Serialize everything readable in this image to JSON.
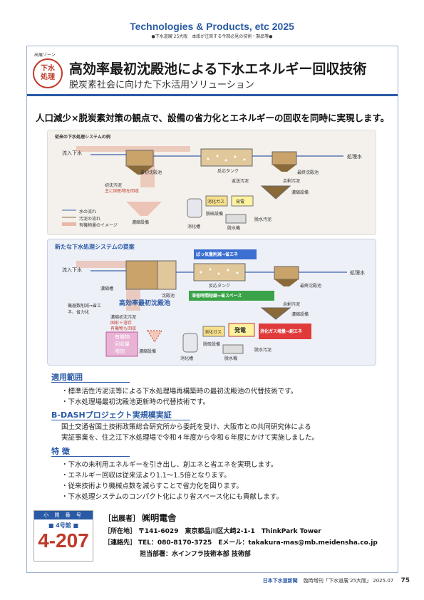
{
  "header": {
    "title": "Technologies & Products, etc 2025",
    "subtitle": "●下水道展’25大阪　本紙が注目する今回必見の技術・製品等●"
  },
  "zone": {
    "label": "出展ゾーン",
    "badge_line1": "下水",
    "badge_line2": "処理"
  },
  "title": "高効率最初沈殿池による下水エネルギー回収技術",
  "subtitle": "脱炭素社会に向けた下水活用ソリューション",
  "lead": "人口減少×脱炭素対策の観点で、設備の省力化とエネルギーの回収を同時に実現します。",
  "diagram_old": {
    "heading": "従来の下水処理システムの例",
    "inflow": "流入下水",
    "primary": "最初沈殿池",
    "reaction": "反応タンク",
    "final": "最終沈殿池",
    "treated": "処理水",
    "return": "返送汚泥",
    "excess": "余剰汚泥",
    "thickener": "濃縮設備",
    "primary_sludge": "初沈汚泥",
    "solids_note": "主に固形物を回収",
    "thickener2": "濃縮設備",
    "digester": "消化槽",
    "dewater": "脱水機",
    "gas": "消化ガス",
    "power": "発電",
    "dewater_gas": "脱硫設備",
    "cake": "脱水汚泥",
    "legend_water": "水の流れ",
    "legend_sludge": "汚泥の流れ",
    "legend_organic": "有機物量のイメージ"
  },
  "diagram_new": {
    "heading": "新たな下水処理システムの提案",
    "inflow": "流入下水",
    "aeration_cut": "ばっ気量削減⇒省エネ",
    "reaction": "反応タンク",
    "final": "最終沈殿池",
    "treated": "処理水",
    "retention": "滞留時間短縮⇒省スペース",
    "excess": "余剰汚泥",
    "thickener": "濃縮設備",
    "hi_eff": "高効率最初沈殿池",
    "thick_tank": "濃縮槽",
    "settle": "沈殿池",
    "equip_cut": "機器数削減⇒省エネ、省力化",
    "primary_sludge": "濃縮初沈汚泥",
    "solids_dissolved": "固形＋溶存",
    "organic_recovery": "有機物も回収",
    "organic_increase_1": "有機物",
    "organic_increase_2": "回収量",
    "organic_increase_3": "増加",
    "thickener2": "濃縮設備",
    "digester": "消化槽",
    "dewater_gas": "脱硫設備",
    "dewater": "脱水機",
    "gas": "消化ガス",
    "power": "発電",
    "gas_increase": "消化ガス増量⇒創エネ",
    "cake": "脱水汚泥"
  },
  "scope": {
    "heading": "適用範囲",
    "items": [
      "標準活性汚泥法等による下水処理場再構築時の最初沈殿池の代替技術です。",
      "下水処理場最初沈殿池更新時の代替技術です。"
    ]
  },
  "bdash": {
    "heading": "B-DASHプロジェクト実規模実証",
    "lines": [
      "国土交通省国土技術政策総合研究所から委託を受け、大阪市との共同研究体による",
      "実証事業を、住之江下水処理場で令和４年度から令和６年度にかけて実施しました。"
    ]
  },
  "features": {
    "heading": "特 徴",
    "items": [
      "下水の未利用エネルギーを引き出し、創エネと省エネを実現します。",
      "エネルギー回収は従来法より1.1～1.5倍となります。",
      "従来技術より機械点数を減らすことで省力化を図ります。",
      "下水処理システムのコンパクト化により省スペース化にも貢献します。"
    ]
  },
  "booth": {
    "head": "小 間 番 号",
    "hall": "■ 4号館 ■",
    "number": "4-207"
  },
  "exhibitor": {
    "label": "［出展者］",
    "name": "㈱明電舎",
    "addr_label": "［所在地］",
    "addr": "〒141-6029　東京都品川区大崎2-1-1　ThinkPark Tower",
    "contact_label": "［連絡先］",
    "contact": "TEL：080-8170-3725　Eメール：takakura-mas@mb.meidensha.co.jp",
    "dept": "担当部署：水インフラ技術本部 技術部"
  },
  "footer": {
    "publisher": "日本下水道新聞",
    "issue": "臨時増刊「下水道展’25大阪」 2025.07",
    "page": "75"
  },
  "colors": {
    "accent": "#2a5aa5",
    "badge": "#c0392b"
  }
}
